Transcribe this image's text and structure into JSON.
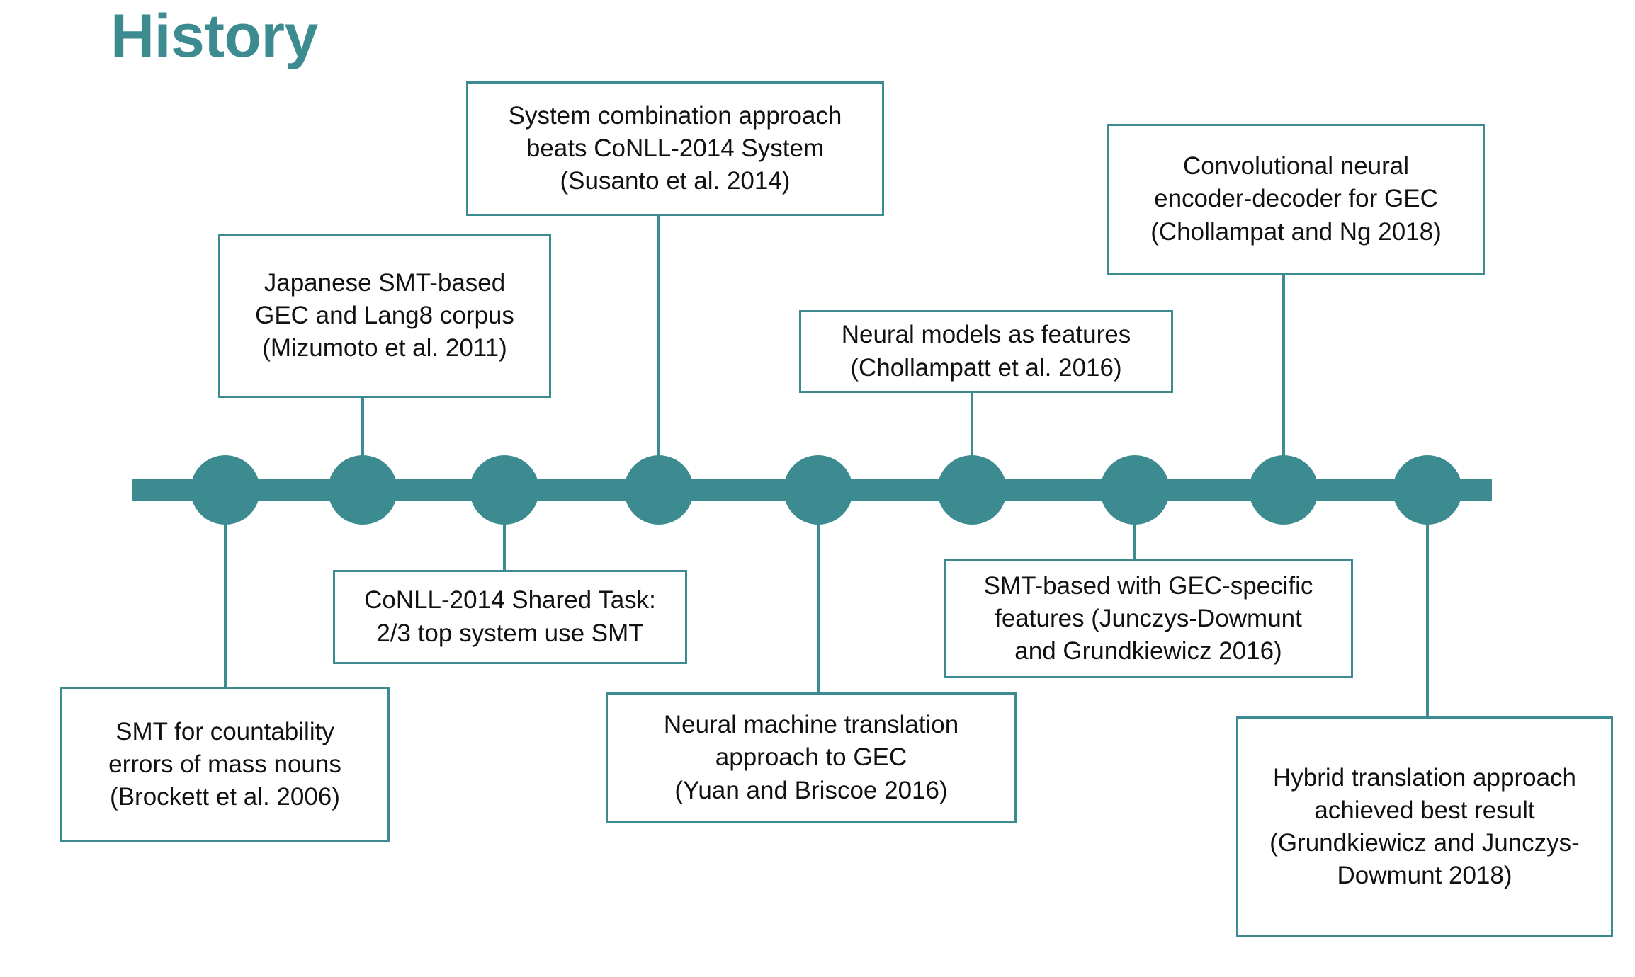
{
  "slide": {
    "title": "History",
    "title_color": "#3b8b91",
    "background_color": "#ffffff",
    "text_color": "#111111"
  },
  "timeline": {
    "node_count": 9,
    "accent_color": "#3b8b91",
    "bar_label": "timeline-axis"
  },
  "events": [
    {
      "id": "brockett-2006",
      "text": "SMT for countability\nerrors of mass nouns\n(Brockett et al. 2006)",
      "citation": "(Brockett et al. 2006)",
      "year": "2006",
      "side": "below",
      "node_index": 1
    },
    {
      "id": "mizumoto-2011",
      "text": "Japanese SMT-based\nGEC and Lang8 corpus\n(Mizumoto et al. 2011)",
      "citation": "(Mizumoto et al. 2011)",
      "year": "2011",
      "side": "above",
      "node_index": 2
    },
    {
      "id": "conll-2014-shared-task",
      "text": "CoNLL-2014 Shared Task:\n2/3 top system use SMT",
      "citation": "",
      "year": "2014",
      "side": "below",
      "node_index": 3
    },
    {
      "id": "susanto-2014",
      "text": "System combination approach\nbeats CoNLL-2014 System\n(Susanto et al. 2014)",
      "citation": "(Susanto et al. 2014)",
      "year": "2014",
      "side": "above",
      "node_index": 4
    },
    {
      "id": "yuan-briscoe-2016",
      "text": "Neural machine translation\napproach to GEC\n(Yuan and Briscoe 2016)",
      "citation": "(Yuan and Briscoe 2016)",
      "year": "2016",
      "side": "below",
      "node_index": 5
    },
    {
      "id": "chollampatt-2016",
      "text": "Neural models as features\n(Chollampatt et al. 2016)",
      "citation": "(Chollampatt et al. 2016)",
      "year": "2016",
      "side": "above",
      "node_index": 6
    },
    {
      "id": "junczys-dowmunt-2016",
      "text": "SMT-based with GEC-specific\nfeatures (Junczys-Dowmunt\nand Grundkiewicz 2016)",
      "citation": "(Junczys-Dowmunt and Grundkiewicz 2016)",
      "year": "2016",
      "side": "below",
      "node_index": 7
    },
    {
      "id": "chollampat-ng-2018",
      "text": "Convolutional neural\nencoder-decoder for GEC\n(Chollampat and Ng 2018)",
      "citation": "(Chollampat and Ng 2018)",
      "year": "2018",
      "side": "above",
      "node_index": 8
    },
    {
      "id": "grundkiewicz-2018",
      "text": "Hybrid translation approach\nachieved best result\n(Grundkiewicz and Junczys-\nDowmunt 2018)",
      "citation": "(Grundkiewicz and Junczys-Dowmunt 2018)",
      "year": "2018",
      "side": "below",
      "node_index": 9
    }
  ]
}
